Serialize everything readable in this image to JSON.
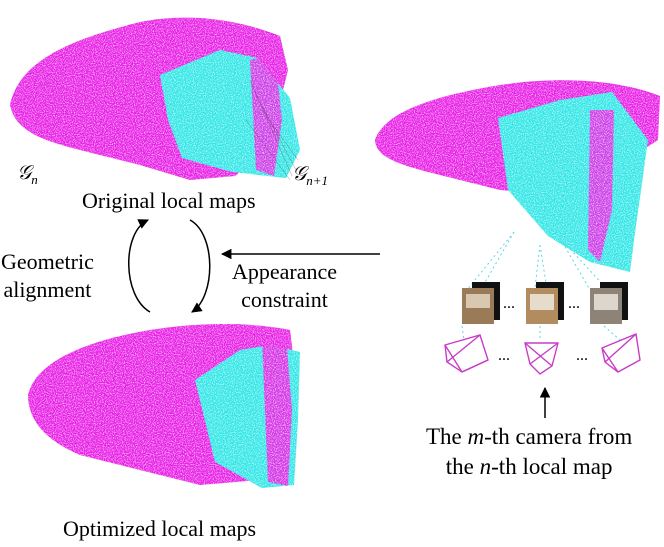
{
  "colors": {
    "map_n": "#e81ee6",
    "map_n1": "#2ee6e6",
    "arrow": "#000000",
    "camera": "#c83cc8",
    "dashed": "#5ad7e6"
  },
  "labels": {
    "top_map": "Original local maps",
    "bottom_map": "Optimized local maps",
    "geometric_line1": "Geometric",
    "geometric_line2": "alignment",
    "appearance_line1": "Appearance",
    "appearance_line2": "constraint",
    "camera_line1_pre": "The ",
    "camera_line1_var": "m",
    "camera_line1_post": "-th camera from",
    "camera_line2_pre": "the ",
    "camera_line2_var": "n",
    "camera_line2_post": "-th local map",
    "gn_symbol": "𝒢",
    "gn_sub": "n",
    "gn1_symbol": "𝒢",
    "gn1_sub": "n+1",
    "ellipsis": "..."
  }
}
